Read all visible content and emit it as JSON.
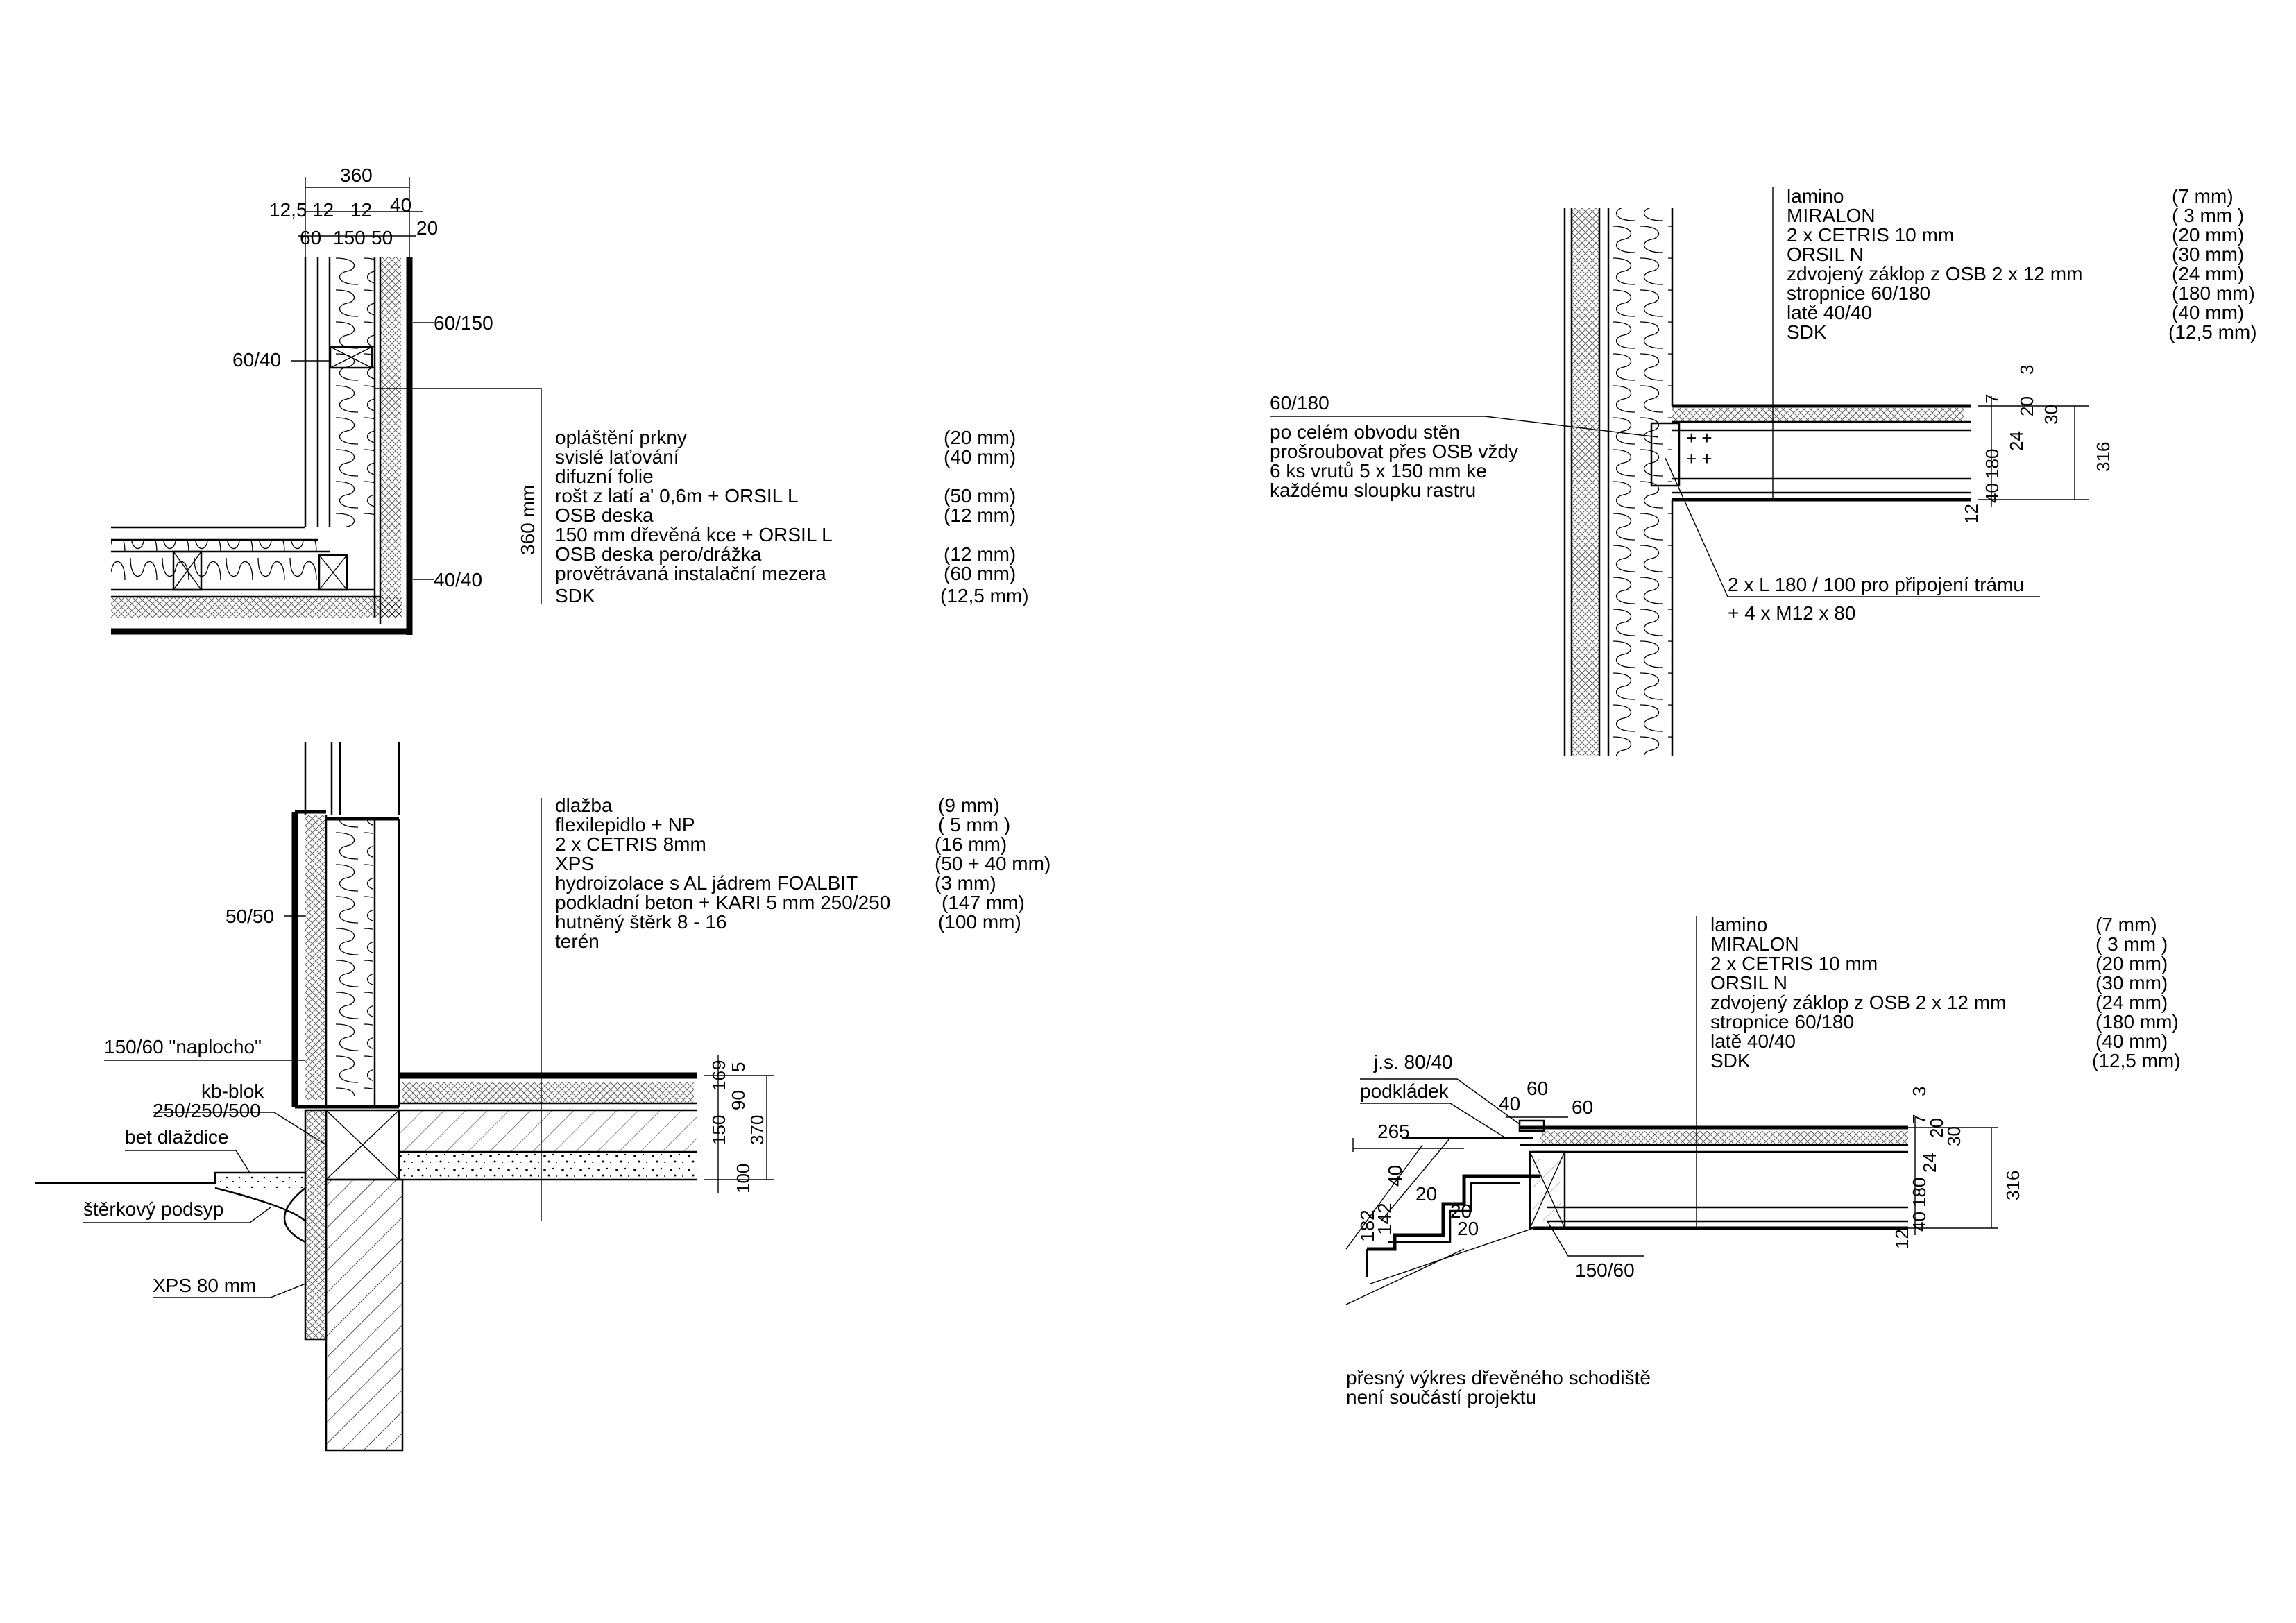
{
  "wall_corner": {
    "dims_top": [
      "360",
      "12,5",
      "12",
      "12",
      "40",
      "60",
      "150",
      "50",
      "20"
    ],
    "label_left": "60/40",
    "label_right_top": "60/150",
    "label_right_bottom": "40/40",
    "dim_vertical": "360 mm",
    "layers": [
      {
        "name": "opláštění prkny",
        "thk": "(20 mm)"
      },
      {
        "name": "svislé laťování",
        "thk": "(40 mm)"
      },
      {
        "name": "difuzní folie",
        "thk": ""
      },
      {
        "name": "rošt z latí a' 0,6m + ORSIL L",
        "thk": "(50 mm)"
      },
      {
        "name": "OSB deska",
        "thk": "(12 mm)"
      },
      {
        "name": "150 mm dřevěná kce + ORSIL L",
        "thk": ""
      },
      {
        "name": "OSB deska pero/drážka",
        "thk": "(12 mm)"
      },
      {
        "name": "provětrávaná instalační mezera",
        "thk": "(60 mm)"
      },
      {
        "name": "SDK",
        "thk": "(12,5 mm)"
      }
    ]
  },
  "ceiling_junction": {
    "layers": [
      {
        "name": "lamino",
        "thk": "(7 mm)"
      },
      {
        "name": "MIRALON",
        "thk": "( 3 mm )"
      },
      {
        "name": "2 x CETRIS   10 mm",
        "thk": "(20 mm)"
      },
      {
        "name": "ORSIL N",
        "thk": "(30 mm)"
      },
      {
        "name": "zdvojený záklop z OSB 2 x 12 mm",
        "thk": "(24 mm)"
      },
      {
        "name": "stropnice 60/180",
        "thk": "(180 mm)"
      },
      {
        "name": "latě 40/40",
        "thk": "(40 mm)"
      },
      {
        "name": "SDK",
        "thk": "(12,5 mm)"
      }
    ],
    "label_beam": "60/180",
    "note_lines": [
      "po celém obvodu stěn",
      "prošroubovat přes OSB vždy",
      "6 ks vrutů 5 x 150 mm ke",
      "každému sloupku rastru"
    ],
    "label_angle": "2 x L 180 / 100 pro připojení trámu",
    "label_bolts": "+ 4 x M12 x 80",
    "dims": [
      "3",
      "7",
      "20",
      "30",
      "24",
      "180",
      "40",
      "12",
      "316"
    ]
  },
  "floor_detail": {
    "layers": [
      {
        "name": "dlažba",
        "thk": "(9 mm)"
      },
      {
        "name": "flexilepidlo + NP",
        "thk": "( 5 mm )"
      },
      {
        "name": "2 x CETRIS   8mm",
        "thk": "(16 mm)"
      },
      {
        "name": "XPS",
        "thk": "(50 + 40 mm)"
      },
      {
        "name": "hydroizolace s AL jádrem FOALBIT",
        "thk": "(3 mm)"
      },
      {
        "name": "podkladní beton + KARI 5 mm 250/250",
        "thk": "(147 mm)"
      },
      {
        "name": "hutněný štěrk 8 - 16",
        "thk": "(100 mm)"
      },
      {
        "name": "terén",
        "thk": ""
      }
    ],
    "labels": [
      "50/50",
      "150/60 \"naplocho\"",
      "kb-blok",
      "250/250/500",
      "bet dlaždice",
      "štěrkový podsyp",
      "XPS 80 mm"
    ],
    "dims": [
      "9",
      "16",
      "5",
      "90",
      "150",
      "370",
      "100"
    ]
  },
  "stair_detail": {
    "layers": [
      {
        "name": "lamino",
        "thk": "(7 mm)"
      },
      {
        "name": "MIRALON",
        "thk": "( 3 mm )"
      },
      {
        "name": "2 x CETRIS   10 mm",
        "thk": "(20 mm)"
      },
      {
        "name": "ORSIL N",
        "thk": "(30 mm)"
      },
      {
        "name": "zdvojený záklop z OSB 2 x 12 mm",
        "thk": "(24 mm)"
      },
      {
        "name": "stropnice 60/180",
        "thk": "(180 mm)"
      },
      {
        "name": "latě 40/40",
        "thk": "(40 mm)"
      },
      {
        "name": "SDK",
        "thk": "(12,5 mm)"
      }
    ],
    "labels": [
      "j.s. 80/40",
      "podkládek",
      "150/60"
    ],
    "dims": [
      "40",
      "60",
      "60",
      "265",
      "40",
      "20",
      "20",
      "20",
      "182",
      "142",
      "3",
      "7",
      "20",
      "30",
      "24",
      "180",
      "40",
      "12",
      "316"
    ],
    "note_lines": [
      "přesný výkres dřevěného schodiště",
      "není součástí projektu"
    ]
  }
}
